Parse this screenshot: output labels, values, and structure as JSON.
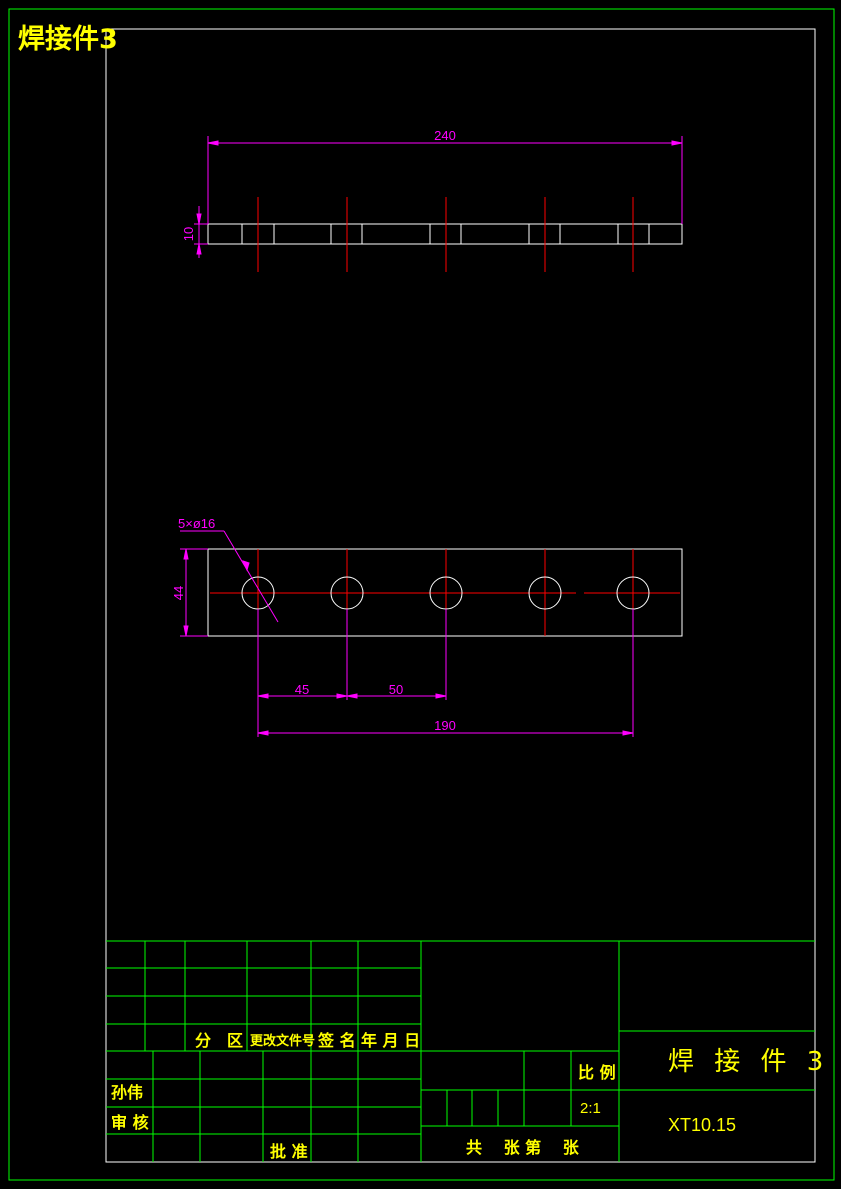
{
  "drawing": {
    "title_corner": "焊接件3",
    "top_view": {
      "overall_length": "240",
      "thickness": "10"
    },
    "front_view": {
      "hole_callout": "5×ø16",
      "height": "44",
      "dim_45": "45",
      "dim_50": "50",
      "dim_190": "190"
    }
  },
  "title_block": {
    "rev_headers": {
      "zone": "分　区",
      "doc_no": "更改文件号",
      "sign": "签 名",
      "date": "年 月 日"
    },
    "roles": {
      "designer": "孙伟",
      "reviewer": "审 核",
      "approver": "批 准"
    },
    "scale_label": "比 例",
    "scale_value": "2:1",
    "sheets": "共　 张 第　 张",
    "part_name": "焊 接 件 3",
    "drawing_number": "XT10.15"
  }
}
